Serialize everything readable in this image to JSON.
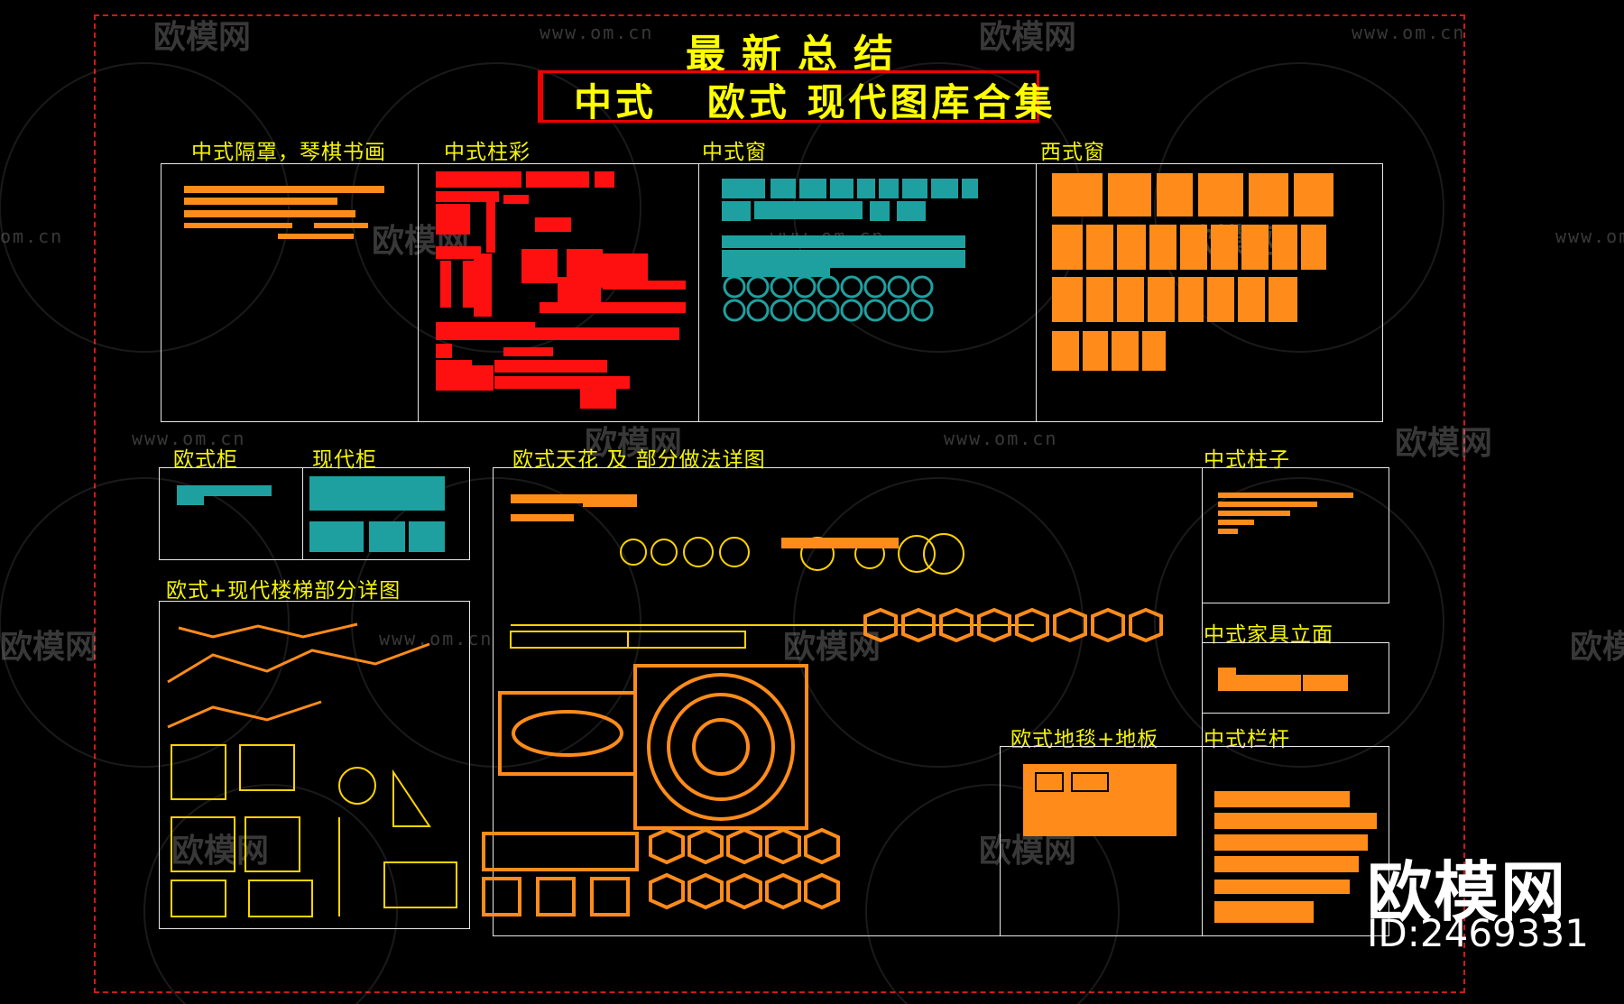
{
  "header": {
    "title": "最新总结",
    "subtitle": "中式   欧式 现代图库合集"
  },
  "sections": {
    "chinese_partition": "中式隔罩，琴棋书画",
    "chinese_column_paint": "中式柱彩",
    "chinese_window": "中式窗",
    "western_window": "西式窗",
    "euro_cabinet": "欧式柜",
    "modern_cabinet": "现代柜",
    "euro_ceiling": "欧式天花 及 部分做法详图",
    "chinese_pillar": "中式柱子",
    "stair_details": "欧式+现代楼梯部分详图",
    "chinese_furniture": "中式家具立面",
    "euro_carpet": "欧式地毯+地板",
    "chinese_railing": "中式栏杆"
  },
  "watermark": {
    "brand": "欧模网",
    "url": "www.om.cn",
    "url_short": "om.cn",
    "id": "ID:2469331"
  },
  "colors": {
    "background": "#000000",
    "frame": "#d01818",
    "label": "#f5f500",
    "orange": "#ff8c1a",
    "red": "#ff1010",
    "teal": "#1fa0a0",
    "yellow": "#ffd400"
  }
}
